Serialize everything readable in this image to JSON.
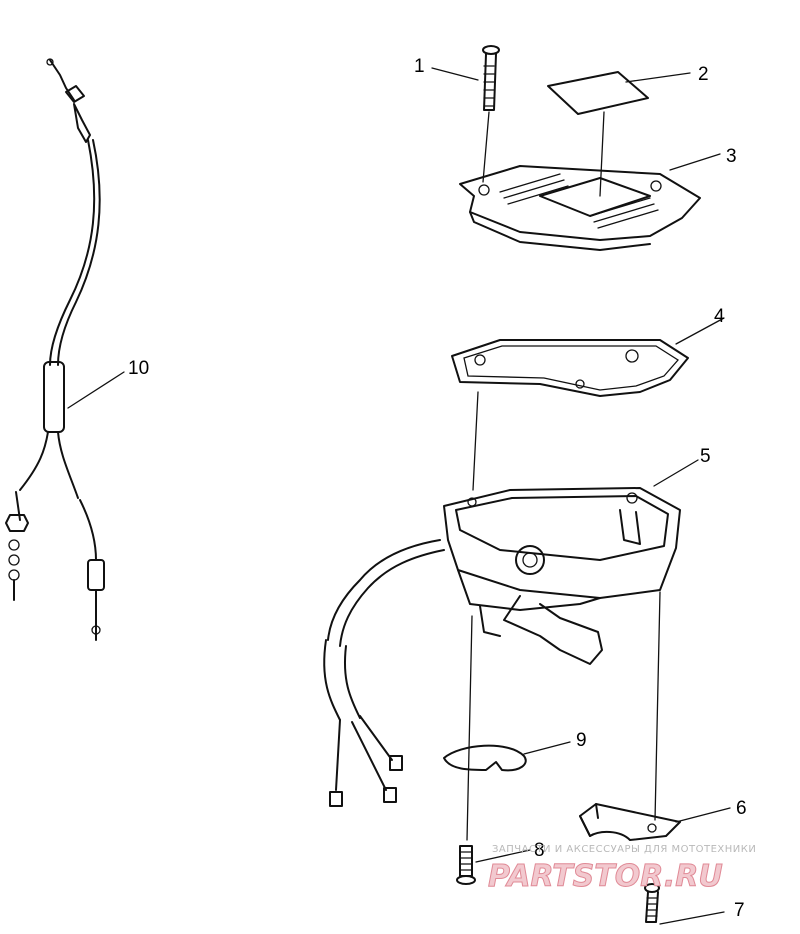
{
  "callouts": [
    {
      "id": "1",
      "text": "1"
    },
    {
      "id": "2",
      "text": "2"
    },
    {
      "id": "3",
      "text": "3"
    },
    {
      "id": "4",
      "text": "4"
    },
    {
      "id": "5",
      "text": "5"
    },
    {
      "id": "6",
      "text": "6"
    },
    {
      "id": "7",
      "text": "7"
    },
    {
      "id": "8",
      "text": "8"
    },
    {
      "id": "9",
      "text": "9"
    },
    {
      "id": "10",
      "text": "10"
    }
  ],
  "watermark": {
    "tagline": "ЗАПЧАСТИ И АКСЕССУАРЫ ДЛЯ МОТОТЕХНИКИ",
    "brand": "PARTSTOR.RU"
  },
  "colors": {
    "ink": "#111111",
    "watermark_brand": "#e08a96",
    "watermark_tagline": "#b9b9b9"
  }
}
